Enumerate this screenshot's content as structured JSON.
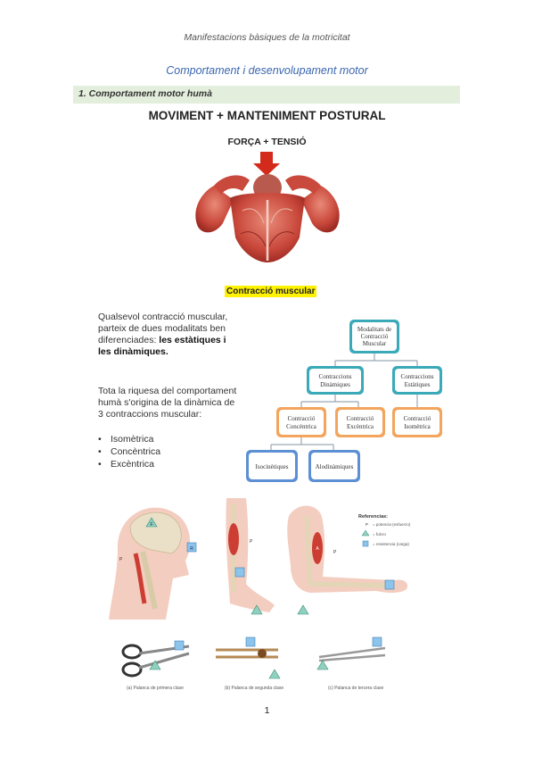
{
  "header": {
    "running_title": "Manifestacions bàsiques de la motricitat"
  },
  "document": {
    "title": "Comportament i desenvolupament motor"
  },
  "section": {
    "heading": "1. Comportament motor humà"
  },
  "slide": {
    "title": "MOVIMENT + MANTENIMENT POSTURAL",
    "force_label": "FORÇA + TENSIÓ"
  },
  "contraction": {
    "heading": "Contracció muscular",
    "para1_part1": "Qualsevol contracció muscular, parteix de dues modalitats ben diferenciades: ",
    "para1_bold": "les estàtiques i les dinàmiques.",
    "para2": "Tota la riquesa del comportament humà s'origina de la dinàmica de 3 contraccions muscular:",
    "bullets": [
      "Isomètrica",
      "Concèntrica",
      "Excèntrica"
    ]
  },
  "diagram": {
    "root": [
      "Modalitats de",
      "Contracció",
      "Muscular"
    ],
    "dynamic": [
      "Contraccions",
      "Dinàmiques"
    ],
    "static": [
      "Contraccions",
      "Estàtiques"
    ],
    "concentric": [
      "Contracció",
      "Concèntrica"
    ],
    "eccentric": [
      "Contracció",
      "Excèntrica"
    ],
    "isometric": [
      "Contracció",
      "Isomètrica"
    ],
    "isokinetic": "Isocinètiques",
    "allodynamic": "Alodinàmiques"
  },
  "levers": {
    "legend_title": "Referencias:",
    "legend_items": [
      "= potencia (esfuerzo)",
      "= fulcro",
      "= resistencia (carga)"
    ],
    "captions": [
      "(a) Palanca de primera clase",
      "(b) Palanca de segunda clase",
      "(c) Palanca de tercera clase"
    ],
    "letters": {
      "p": "P",
      "f": "F",
      "r": "R",
      "a": "A"
    }
  },
  "footer": {
    "page_number": "1"
  },
  "colors": {
    "title_blue": "#3a66b0",
    "section_bg": "#e4eedc",
    "highlight": "#fff200",
    "arrow_red": "#d42a1c",
    "teal_fill": "#3aa9b8",
    "blue_fill": "#5d8fd4",
    "orange_fill": "#f3a55d"
  }
}
